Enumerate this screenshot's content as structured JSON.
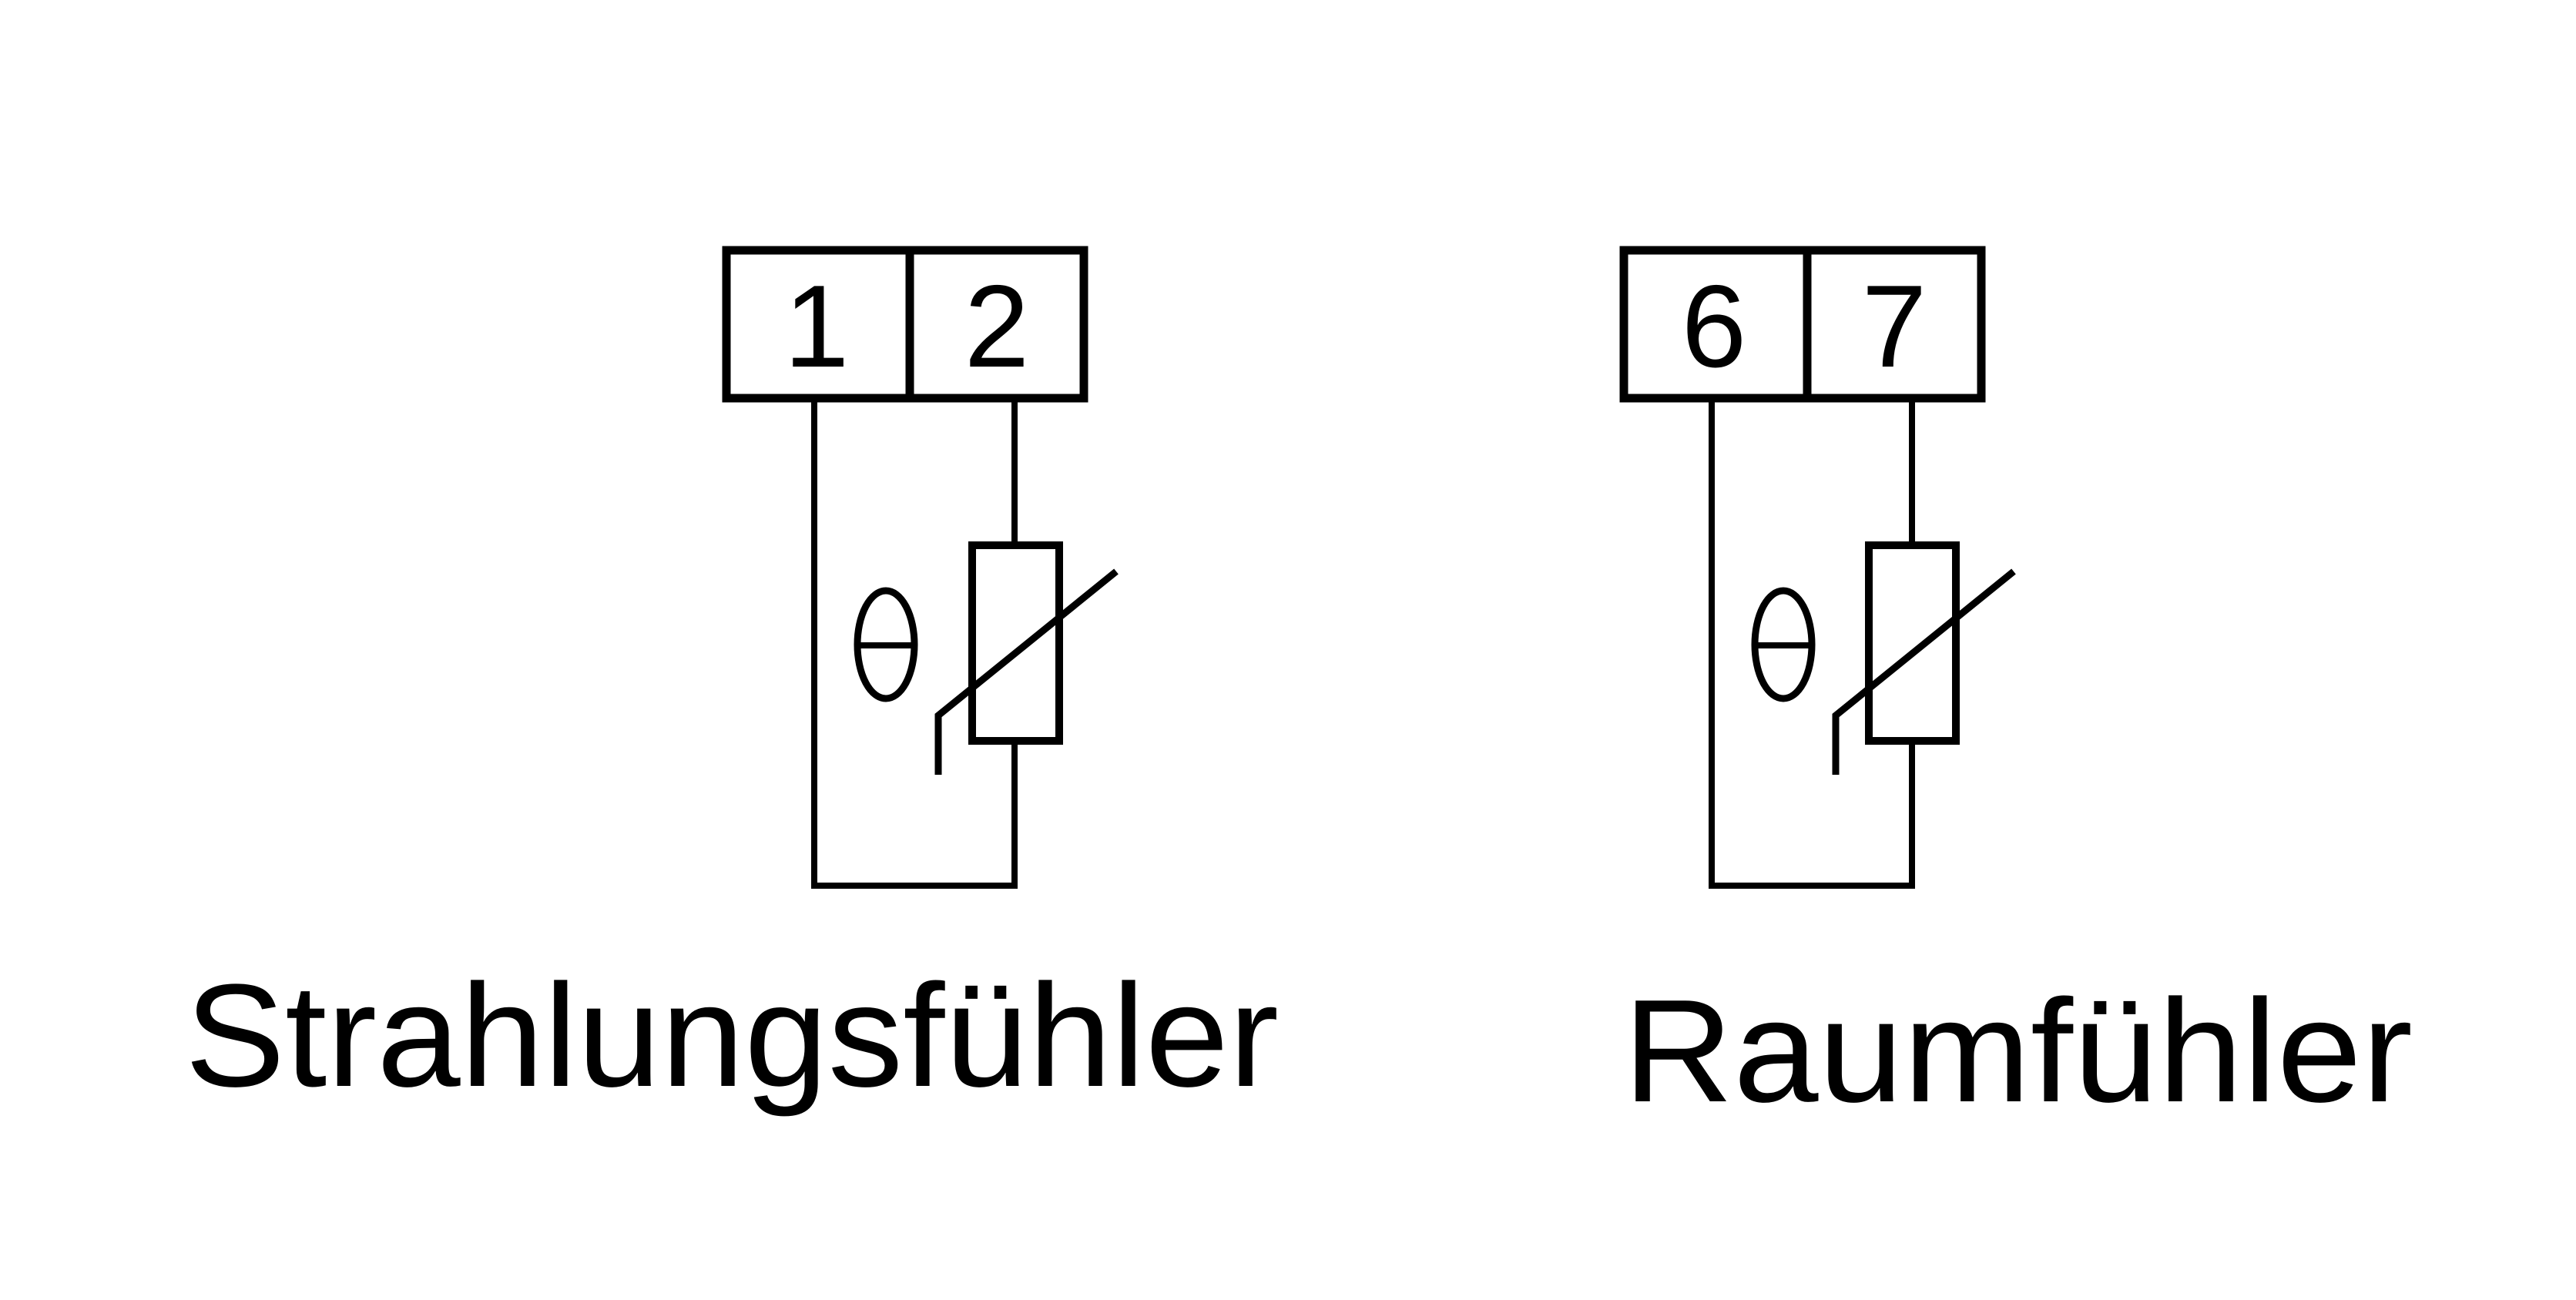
{
  "page": {
    "background_color": "#ffffff",
    "line_color": "#000000"
  },
  "sensors": [
    {
      "label": "Strahlungsfühler",
      "terminals": [
        "1",
        "2"
      ],
      "theta_symbol": "θ"
    },
    {
      "label": "Raumfühler",
      "terminals": [
        "6",
        "7"
      ],
      "theta_symbol": "θ"
    }
  ]
}
